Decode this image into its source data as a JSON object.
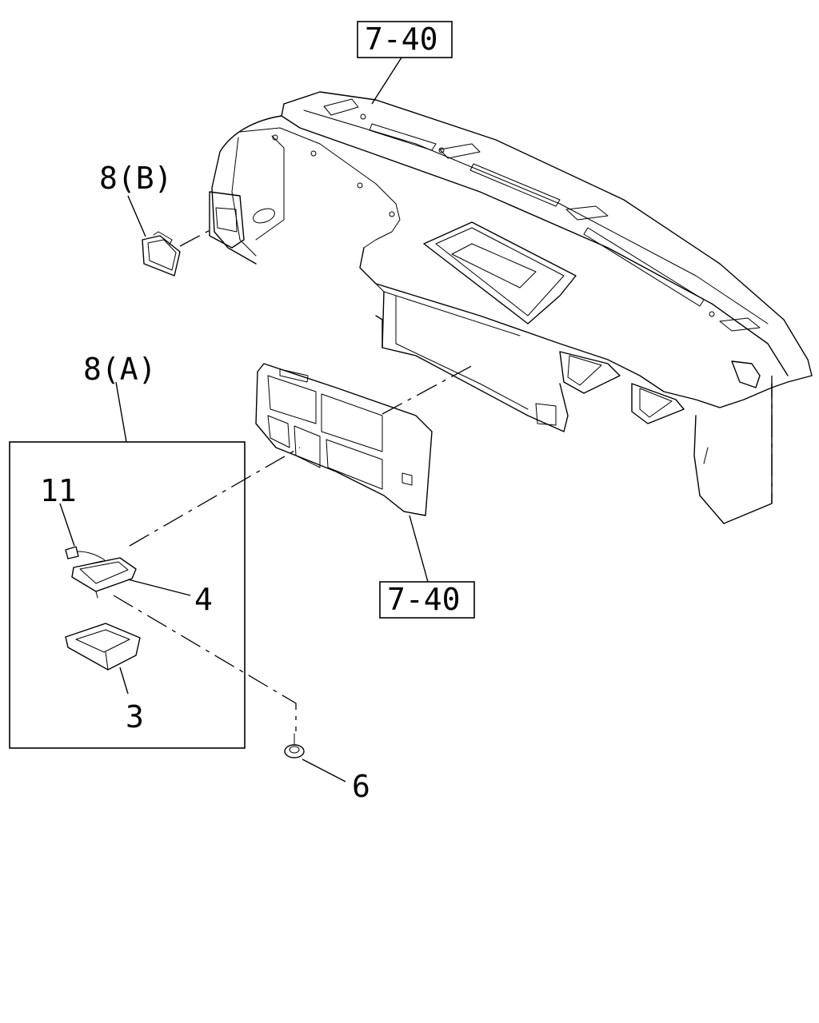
{
  "callouts": {
    "ref_top": "7-40",
    "ref_bottom": "7-40",
    "part_8b": "8(B)",
    "part_8a": "8(A)",
    "part_11": "11",
    "part_4": "4",
    "part_3": "3",
    "part_6": "6"
  }
}
